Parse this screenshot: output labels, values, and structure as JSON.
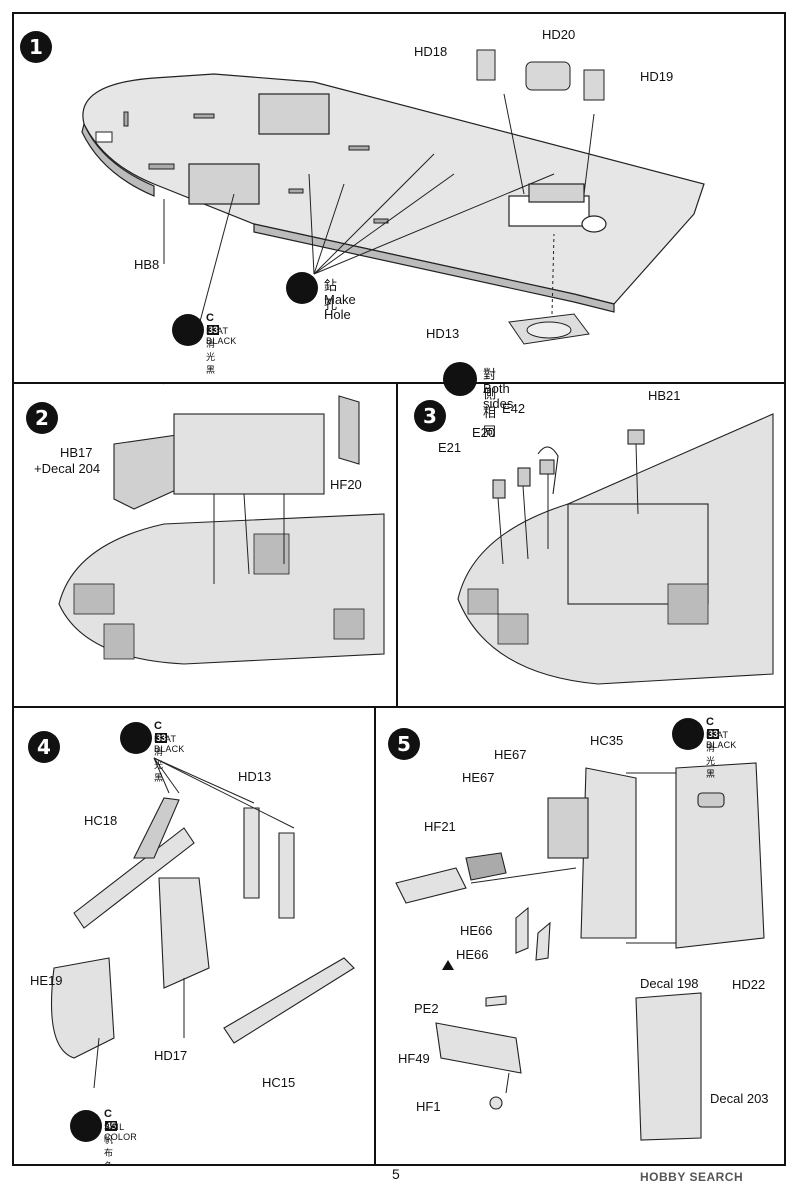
{
  "steps": {
    "s1": {
      "number": "1"
    },
    "s2": {
      "number": "2"
    },
    "s3": {
      "number": "3"
    },
    "s4": {
      "number": "4"
    },
    "s5": {
      "number": "5"
    }
  },
  "labels": {
    "hd18": "HD18",
    "hd20": "HD20",
    "hd19": "HD19",
    "hb8": "HB8",
    "hd13_1": "HD13",
    "hb17": "HB17",
    "decal204": "+Decal 204",
    "hf20": "HF20",
    "e42": "E42",
    "e20": "E20",
    "e21": "E21",
    "hb21": "HB21",
    "hd13_4": "HD13",
    "hc18": "HC18",
    "he19": "HE19",
    "hd17": "HD17",
    "hc15": "HC15",
    "hc35": "HC35",
    "he67a": "HE67",
    "he67b": "HE67",
    "hf21": "HF21",
    "he66a": "HE66",
    "he66b": "HE66",
    "hd22": "HD22",
    "pe2": "PE2",
    "hf49": "HF49",
    "hf1": "HF1",
    "decal198": "Decal 198",
    "decal203": "Decal 203"
  },
  "drill": {
    "zh": "鉆孔",
    "en": "Make Hole"
  },
  "both_sides": {
    "zh": "對側相同",
    "en": "Both sides"
  },
  "paints": {
    "p1": {
      "code": "C",
      "num": "33",
      "en": "FLAT BLACK",
      "zh": "消光黑"
    },
    "p4a": {
      "code": "C",
      "num": "33",
      "en": "FLAT BLACK",
      "zh": "消光黑"
    },
    "p4b": {
      "code": "C",
      "num": "45",
      "en": "SAIL COLOR",
      "zh": "帆布色"
    },
    "p5": {
      "code": "C",
      "num": "33",
      "en": "FLAT BLACK",
      "zh": "消光黑"
    }
  },
  "footer": {
    "page": "5",
    "watermark": "HOBBY SEARCH"
  },
  "icons": [
    "paintbrush-icon",
    "drill-icon",
    "double-arrow-icon",
    "up-arrow-icon"
  ]
}
